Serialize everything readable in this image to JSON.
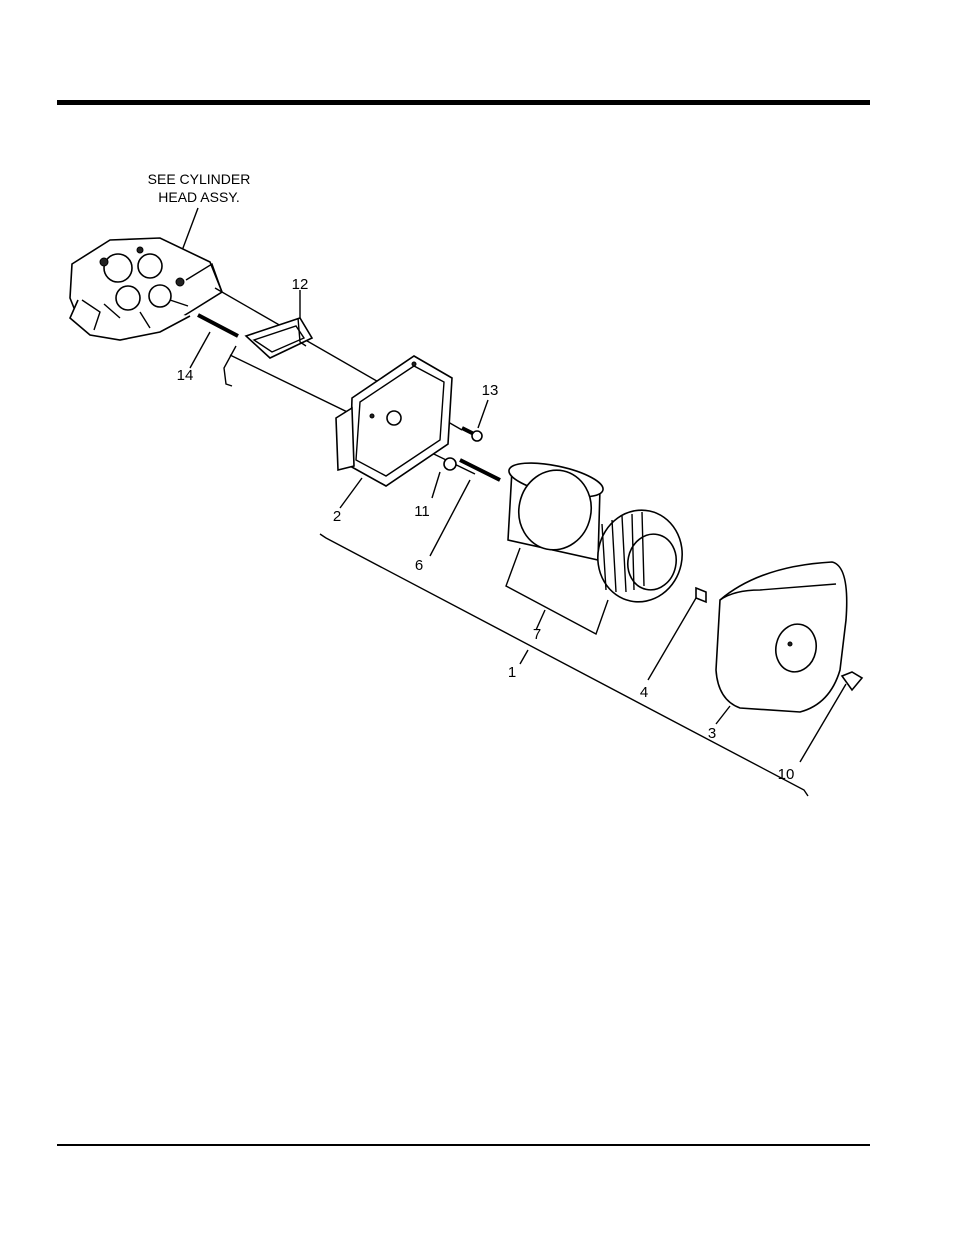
{
  "diagram": {
    "note": [
      "SEE CYLINDER",
      "HEAD ASSY."
    ],
    "callouts": {
      "c1": "1",
      "c2": "2",
      "c3": "3",
      "c4": "4",
      "c6": "6",
      "c7": "7",
      "c10": "10",
      "c11": "11",
      "c12": "12",
      "c13": "13",
      "c14": "14"
    }
  }
}
